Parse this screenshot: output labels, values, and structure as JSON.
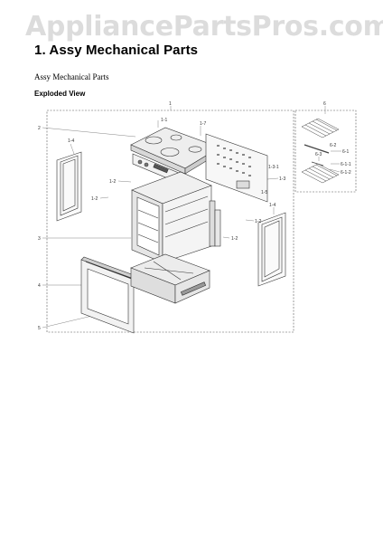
{
  "watermark": "AppliancePartsPros.com",
  "page": {
    "title": "1.  Assy Mechanical Parts",
    "subtitle": "Assy Mechanical Parts",
    "section": "Exploded View"
  },
  "callouts": {
    "c1": "1",
    "c2": "2",
    "c3": "3",
    "c4": "4",
    "c5": "5",
    "c6": "6",
    "c1_1": "1-1",
    "c1_2a": "1-2",
    "c1_2b": "1-2",
    "c1_2c": "1-2",
    "c1_2d": "1-2",
    "c1_3": "1-3",
    "c1_3_1": "1-3-1",
    "c1_4a": "1-4",
    "c1_4b": "1-4",
    "c1_5": "1-5",
    "c1_7": "1-7",
    "c6_1": "6-1",
    "c6_1_1": "6-1-1",
    "c6_1_2": "6-1-2",
    "c6_2": "6-2",
    "c6_3": "6-3"
  }
}
